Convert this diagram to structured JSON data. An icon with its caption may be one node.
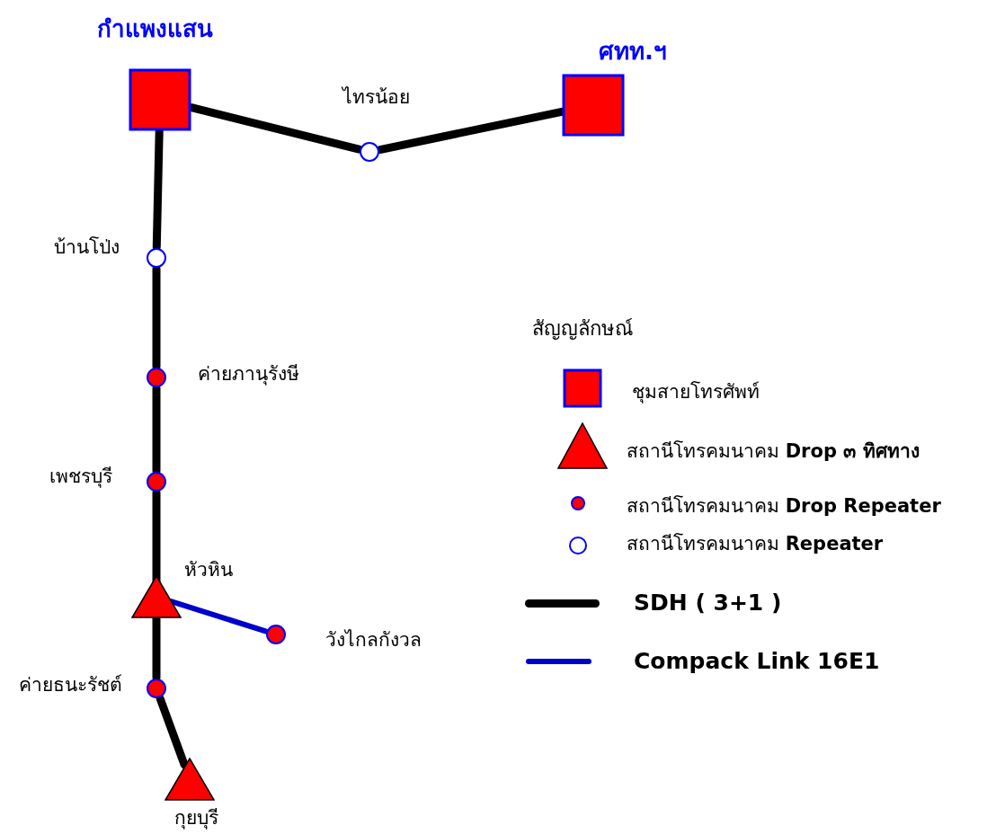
{
  "diagram": {
    "nodes": [
      {
        "text": [
          "กำแพงแสน"
        ]
      },
      {
        "text": [
          "ศทท.ฯ"
        ]
      },
      {
        "text": [
          "ไทรน้อย"
        ]
      },
      {
        "text": [
          "บ้านโป่ง"
        ]
      },
      {
        "text": [
          "ค่ายภานุรังษี"
        ]
      },
      {
        "text": [
          "เพชรบุรี"
        ]
      },
      {
        "text": [
          "หัวหิน"
        ]
      },
      {
        "text": [
          "วังไกลกังวล"
        ]
      },
      {
        "text": [
          "ค่ายธนะรัชต์"
        ]
      },
      {
        "text": [
          "กุยบุรี"
        ]
      }
    ],
    "edges": [
      {
        "from": 0,
        "to": 2,
        "arrow": "none"
      },
      {
        "from": 2,
        "to": 1,
        "arrow": "none"
      },
      {
        "from": 0,
        "to": 3,
        "arrow": "none"
      },
      {
        "from": 3,
        "to": 4,
        "arrow": "none"
      },
      {
        "from": 4,
        "to": 5,
        "arrow": "none"
      },
      {
        "from": 5,
        "to": 6,
        "arrow": "none"
      },
      {
        "from": 6,
        "to": 7,
        "arrow": "none",
        "color": "#0000cc"
      },
      {
        "from": 6,
        "to": 8,
        "arrow": "none"
      },
      {
        "from": 8,
        "to": 9,
        "arrow": "none"
      }
    ],
    "labels": [
      "สัญญลักษณ์"
    ],
    "legend": [
      {
        "text": "ชุมสายโทรศัพท์"
      },
      {
        "text": "สถานีโทรคมนาคม **Drop ๓ ทิศทาง**"
      },
      {
        "text": "สถานีโทรคมนาคม **Drop Repeater**"
      },
      {
        "text": "สถานีโทรคมนาคม **Repeater**"
      },
      {
        "text": "SDH ( 3+1 )"
      },
      {
        "text": "Compack Link 16E1"
      }
    ]
  }
}
